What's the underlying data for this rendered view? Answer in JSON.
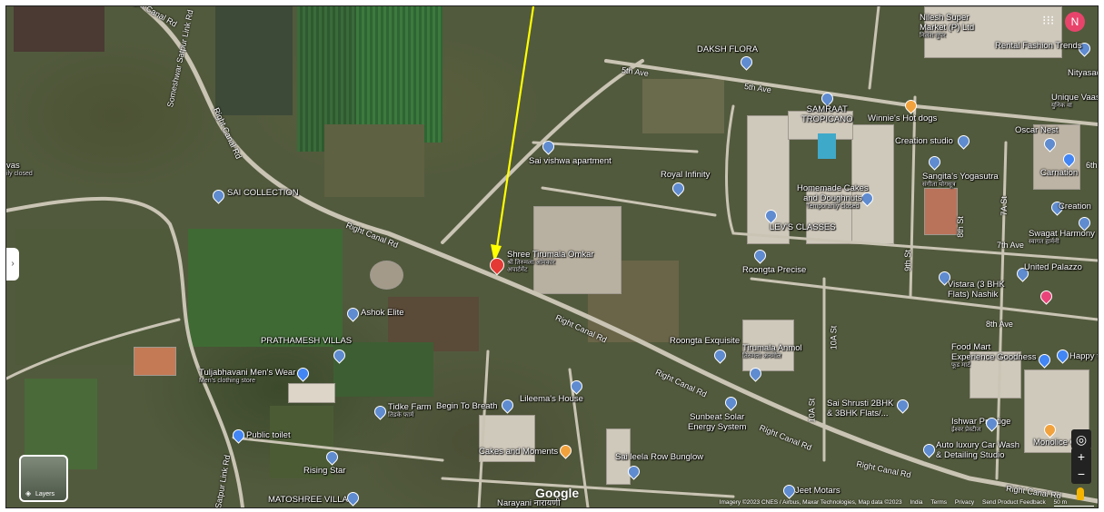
{
  "map": {
    "google_logo": "Google",
    "layers_label": "Layers",
    "avatar_initial": "N",
    "attribution": [
      "Imagery ©2023 CNES / Airbus, Maxar Technologies, Map data ©2023",
      "India",
      "Terms",
      "Privacy",
      "Send Product Feedback",
      "50 m"
    ]
  },
  "roads": {
    "right_canal_rd": "Right Canal Rd",
    "somesh_link": "Someshwar Satpur Link Rd",
    "satpur_link": "Satpur Link Rd",
    "ave_5th": "5th Ave",
    "ave_7th": "7th Ave",
    "ave_8th": "8th Ave",
    "st_10a": "10A St",
    "st_9th": "9th St",
    "st_8th": "8th St",
    "st_7a": "7A St",
    "st_10a_2": "10A St",
    "st_6th": "6th"
  },
  "places": {
    "dakshflora": "DAKSH FLORA",
    "samraat": "SAMRAAT",
    "tropicano": "TROPICANO",
    "winnies": "Winnie's Hot dogs",
    "nilesh": "Nilesh Super",
    "nilesh2": "Market (P) Ltd",
    "nilesh_sub": "निलेश सुपर",
    "rental": "Rental Fashion Trends",
    "nityasad": "Nityasad",
    "unique": "Unique Vaas",
    "unique_sub": "युनिक वा",
    "oscar": "Oscar Nest",
    "carnation": "Carnation",
    "studio": "Creation studio",
    "sangitas": "Sangita's Yogasutra",
    "sangitas_sub": "संगीता योगसूत्र",
    "creation": "Creation",
    "swagat": "Swagat Harmony",
    "swagat_sub": "स्वागत हार्मनी",
    "saiwish": "Sai vishwa apartment",
    "royal": "Royal Infinity",
    "homemade1": "Homemade Cakes",
    "homemade2": "and Doughnuts",
    "homemade_sub": "Temporarily closed",
    "levs": "LEV'S CLASSES",
    "roongta_prec": "Roongta Precise",
    "vistara1": "Vistara (3 BHK",
    "vistara2": "Flats) Nashik",
    "palazzo": "United Palazzo",
    "saicoll": "SAI COLLECTION",
    "shree": "Shree Tirumala Omkar",
    "shree_sub": "श्री तिरुमला ओमकार",
    "shree_sub2": "अपार्टमेंट",
    "ashok": "Ashok Elite",
    "prathamesh": "PRATHAMESH VILLAS",
    "tuljabhavani": "Tuljabhavani Men's Wear",
    "tulja_sub": "Men's clothing store",
    "tidke": "Tidke Farm",
    "tidke_sub": "तिडके फार्म",
    "begin": "Begin To Breath",
    "lileema": "Lileema's House",
    "roongta_ex": "Roongta Exquisite",
    "tirumala_anmol": "Tirumala Anmol",
    "tirumala_sub": "तिरुमला अनमोल",
    "sunbeat1": "Sunbeat Solar",
    "sunbeat2": "Energy System",
    "food": "Food Mart",
    "food2": "Experience Goodness",
    "food_sub": "फूड मार्ट",
    "happy": "Happy tre",
    "saishrusti1": "Sai Shrusti 2BHK",
    "saishrusti2": "& 3BHK Flats/...",
    "ishwar": "Ishwar Prestige",
    "ishwar_sub": "ईश्वर प्रेस्टीज",
    "autoserve1": "Auto luxury Car Wash",
    "autoserve2": "& Detailing Studio",
    "monolice": "Monolice Ca",
    "publictoilet": "Public toilet",
    "rising": "Rising Star",
    "cakes": "Cakes and Moments",
    "saileela": "Sai leela Row Bunglow",
    "matoshree": "MATOSHREE VILLA",
    "narayani": "Narayani नारायणी",
    "jeet": "Jeet Motars",
    "vas": "vas",
    "vas_sub": "ily closed"
  }
}
